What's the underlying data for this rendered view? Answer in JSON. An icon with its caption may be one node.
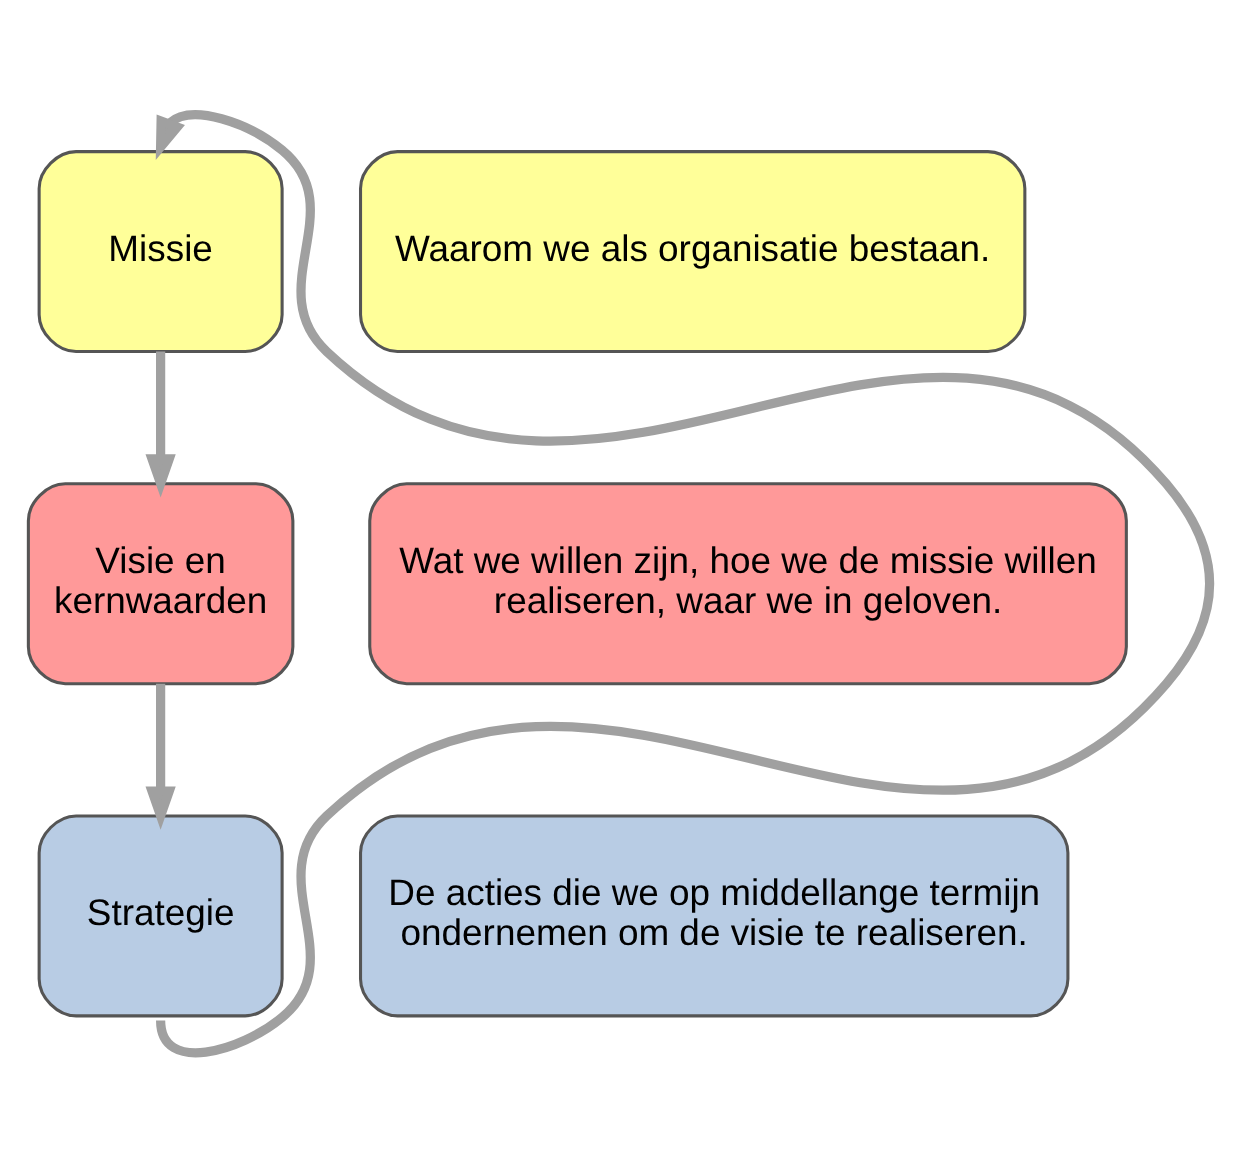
{
  "diagram": {
    "nodes": [
      {
        "text": [
          "Missie"
        ]
      },
      {
        "text": [
          "Waarom we als organisatie bestaan."
        ]
      },
      {
        "text": [
          "Visie en kernwaarden"
        ]
      },
      {
        "text": [
          "Wat we willen zijn, hoe we de missie willen realiseren, waar we in geloven."
        ]
      },
      {
        "text": [
          "Strategie"
        ]
      },
      {
        "text": [
          "De acties die we op middellange termijn ondernemen om de visie te realiseren."
        ]
      }
    ],
    "edges": [
      {
        "from": 0,
        "to": 2,
        "arrow": "to"
      },
      {
        "from": 2,
        "to": 4,
        "arrow": "to"
      },
      {
        "from": 4,
        "to": 0,
        "arrow": "to"
      }
    ]
  }
}
